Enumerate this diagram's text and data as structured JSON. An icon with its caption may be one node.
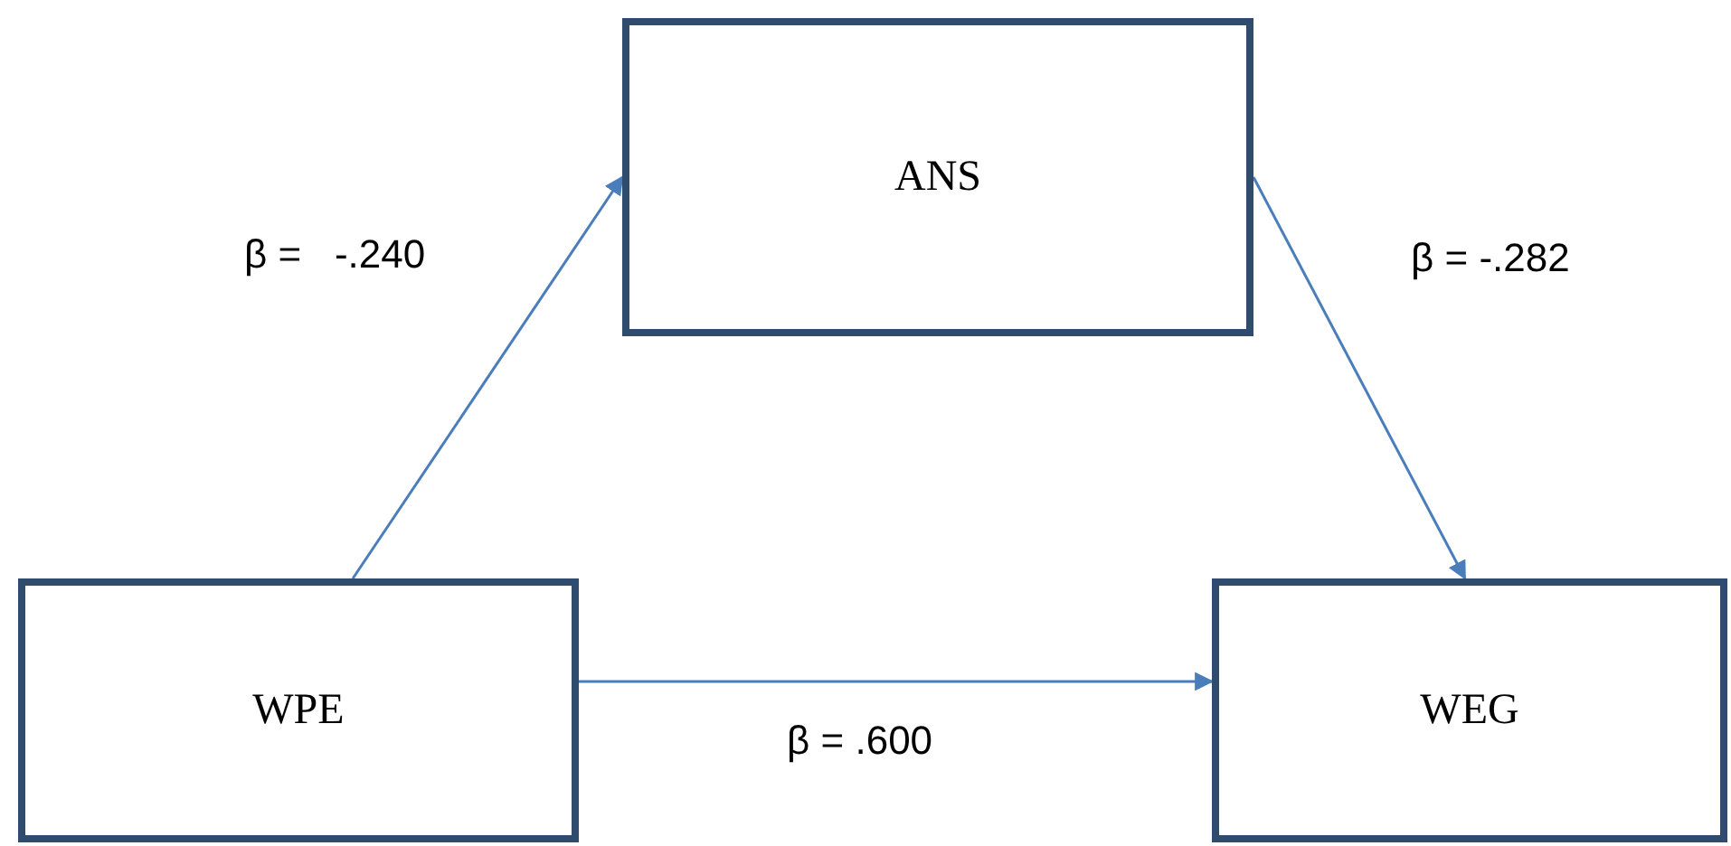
{
  "diagram": {
    "nodes": [
      {
        "text": [
          "ANS"
        ]
      },
      {
        "text": [
          "WPE"
        ]
      },
      {
        "text": [
          "WEG"
        ]
      }
    ],
    "edges": [
      {
        "from": 1,
        "to": 0,
        "arrow": "to",
        "label": "β =   -.240"
      },
      {
        "from": 0,
        "to": 2,
        "arrow": "to",
        "label": "β = -.282"
      },
      {
        "from": 1,
        "to": 2,
        "arrow": "to",
        "label": "β = .600"
      }
    ]
  }
}
